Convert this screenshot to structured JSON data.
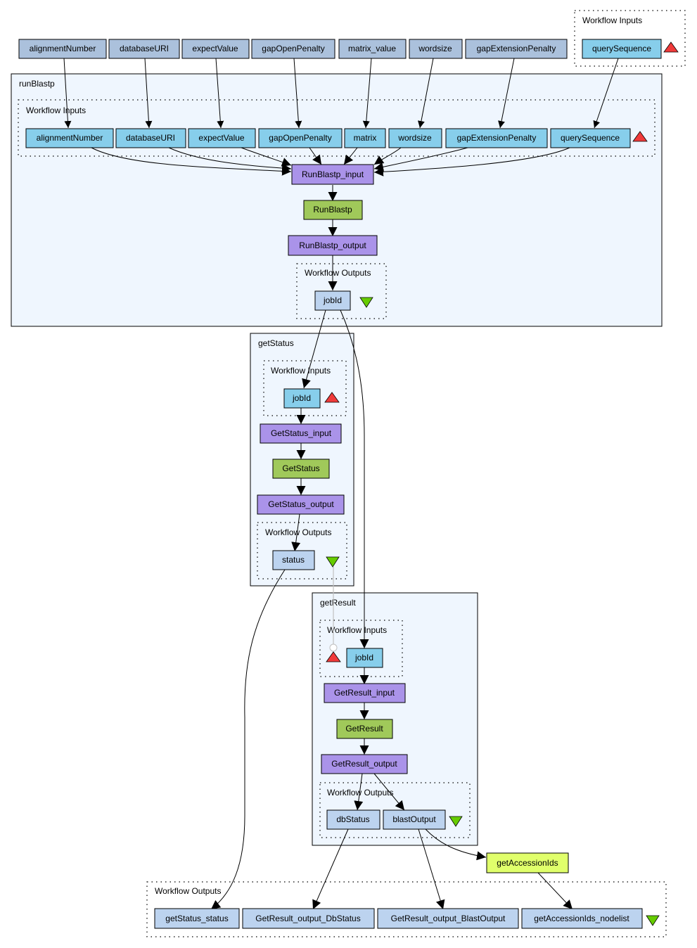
{
  "colors": {
    "workflow_input_port": "#abc1dc",
    "subworkflow_input": "#87ceeb",
    "interface_node": "#aa93e9",
    "service_node": "#a0c95a",
    "output_port": "#bcd3ef",
    "local_service": "#e0ff6b",
    "input_triangle": "#f03a3a",
    "output_triangle": "#66cc00",
    "cluster_fill": "#eff6fe"
  },
  "top_inputs": [
    {
      "id": "in_alignmentNumber",
      "label": "alignmentNumber"
    },
    {
      "id": "in_databaseURI",
      "label": "databaseURI"
    },
    {
      "id": "in_expectValue",
      "label": "expectValue"
    },
    {
      "id": "in_gapOpenPenalty",
      "label": "gapOpenPenalty"
    },
    {
      "id": "in_matrix_value",
      "label": "matrix_value"
    },
    {
      "id": "in_wordsize",
      "label": "wordsize"
    },
    {
      "id": "in_gapExtensionPenalty",
      "label": "gapExtensionPenalty"
    }
  ],
  "workflow_inputs": {
    "label": "Workflow Inputs",
    "items": [
      {
        "id": "wf_querySequence",
        "label": "querySequence"
      }
    ]
  },
  "runBlastp": {
    "label": "runBlastp",
    "inputs_label": "Workflow Inputs",
    "inputs": [
      {
        "id": "rb_alignmentNumber",
        "label": "alignmentNumber"
      },
      {
        "id": "rb_databaseURI",
        "label": "databaseURI"
      },
      {
        "id": "rb_expectValue",
        "label": "expectValue"
      },
      {
        "id": "rb_gapOpenPenalty",
        "label": "gapOpenPenalty"
      },
      {
        "id": "rb_matrix",
        "label": "matrix"
      },
      {
        "id": "rb_wordsize",
        "label": "wordsize"
      },
      {
        "id": "rb_gapExtensionPenalty",
        "label": "gapExtensionPenalty"
      },
      {
        "id": "rb_querySequence",
        "label": "querySequence"
      }
    ],
    "input_node": "RunBlastp_input",
    "service_node": "RunBlastp",
    "output_node": "RunBlastp_output",
    "outputs_label": "Workflow Outputs",
    "outputs": [
      {
        "id": "rb_jobId",
        "label": "jobId"
      }
    ]
  },
  "getStatus": {
    "label": "getStatus",
    "inputs_label": "Workflow Inputs",
    "inputs": [
      {
        "id": "gs_jobId",
        "label": "jobId"
      }
    ],
    "input_node": "GetStatus_input",
    "service_node": "GetStatus",
    "output_node": "GetStatus_output",
    "outputs_label": "Workflow Outputs",
    "outputs": [
      {
        "id": "gs_status",
        "label": "status"
      }
    ]
  },
  "getResult": {
    "label": "getResult",
    "inputs_label": "Workflow Inputs",
    "inputs": [
      {
        "id": "gr_jobId",
        "label": "jobId"
      }
    ],
    "input_node": "GetResult_input",
    "service_node": "GetResult",
    "output_node": "GetResult_output",
    "outputs_label": "Workflow Outputs",
    "outputs": [
      {
        "id": "gr_dbStatus",
        "label": "dbStatus"
      },
      {
        "id": "gr_blastOutput",
        "label": "blastOutput"
      }
    ]
  },
  "local_service": {
    "id": "getAccessionIds",
    "label": "getAccessionIds"
  },
  "workflow_outputs": {
    "label": "Workflow Outputs",
    "items": [
      {
        "id": "out_getStatus_status",
        "label": "getStatus_status"
      },
      {
        "id": "out_GetResult_output_DbStatus",
        "label": "GetResult_output_DbStatus"
      },
      {
        "id": "out_GetResult_output_BlastOutput",
        "label": "GetResult_output_BlastOutput"
      },
      {
        "id": "out_getAccessionIds_nodelist",
        "label": "getAccessionIds_nodelist"
      }
    ]
  }
}
